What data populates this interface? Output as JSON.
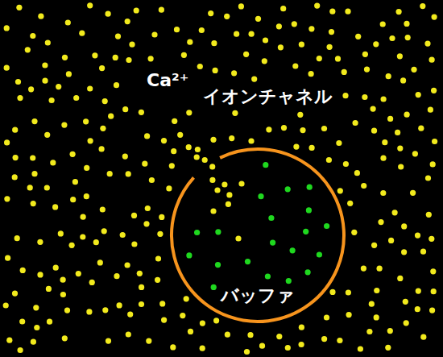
{
  "diagram": {
    "nodes": [
      {
        "text": [
          "バッファ"
        ]
      }
    ],
    "labels": [
      "Ca²⁺",
      "イオンチャネル"
    ]
  }
}
